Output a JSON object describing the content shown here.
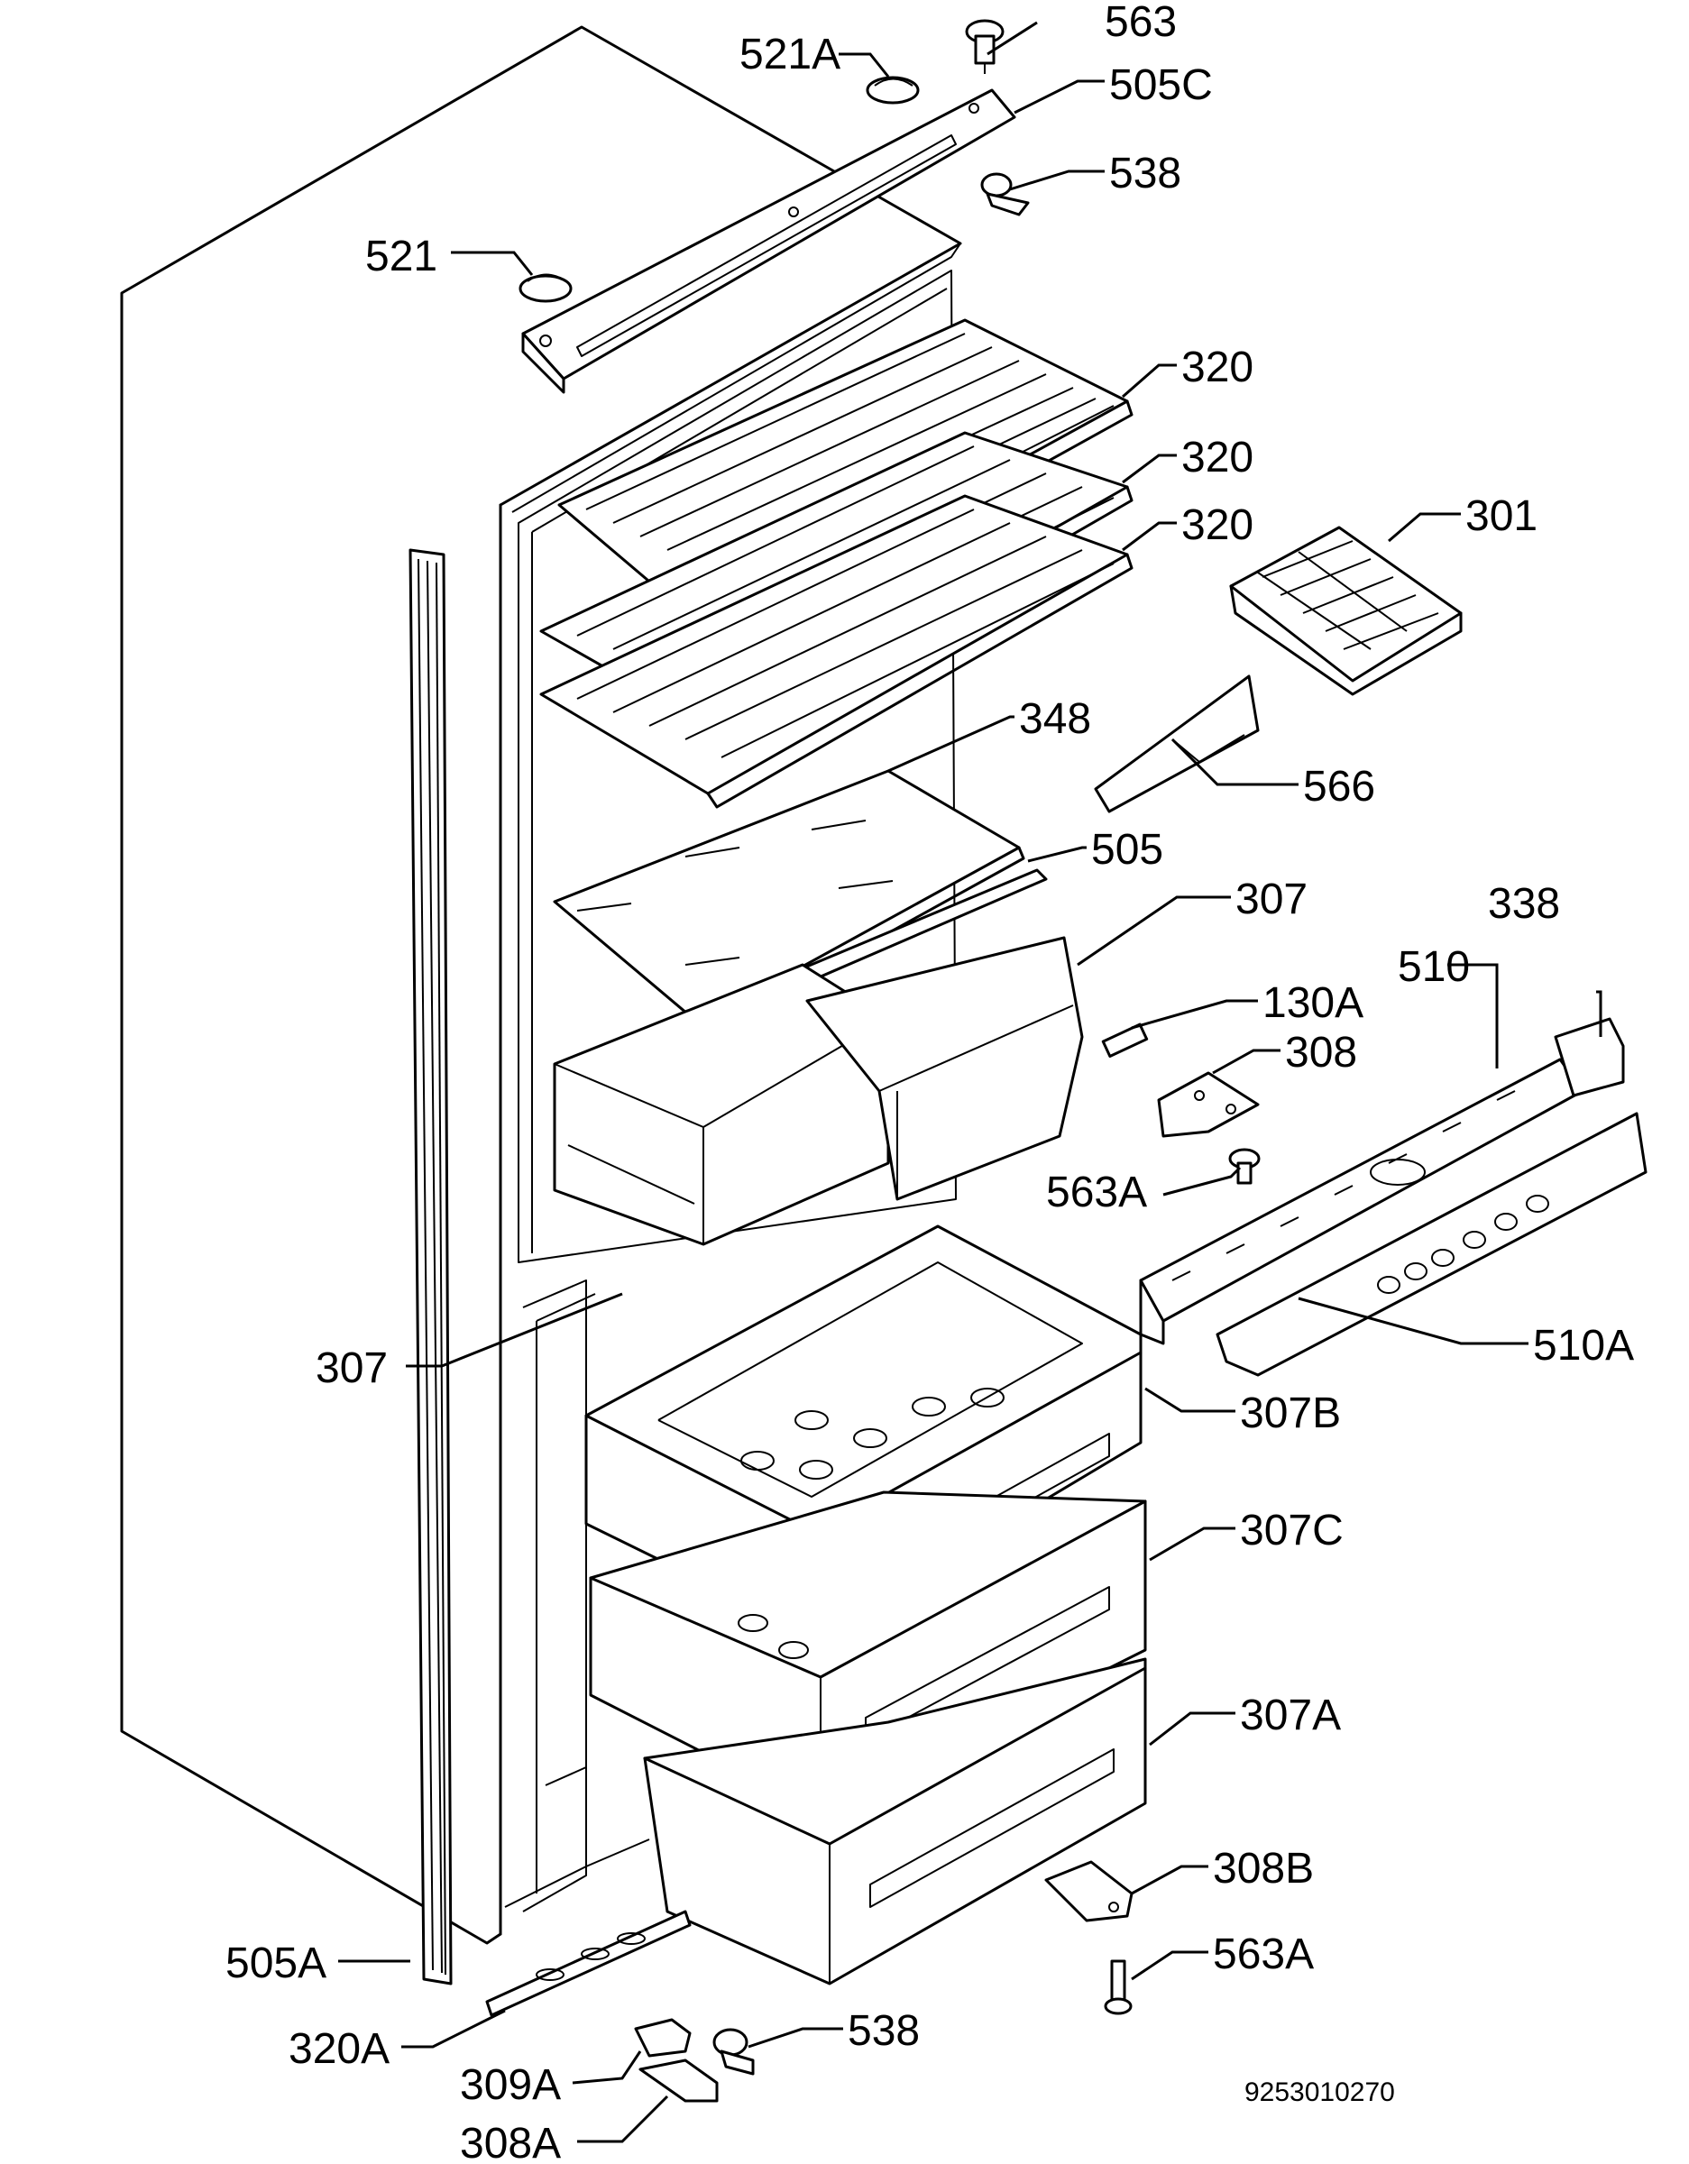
{
  "diagram_number": "9253010270",
  "callouts": [
    {
      "id": "563-top",
      "label": "563"
    },
    {
      "id": "521a",
      "label": "521A"
    },
    {
      "id": "505c",
      "label": "505C"
    },
    {
      "id": "538-top",
      "label": "538"
    },
    {
      "id": "521",
      "label": "521"
    },
    {
      "id": "320-1",
      "label": "320"
    },
    {
      "id": "320-2",
      "label": "320"
    },
    {
      "id": "320-3",
      "label": "320"
    },
    {
      "id": "301",
      "label": "301"
    },
    {
      "id": "348",
      "label": "348"
    },
    {
      "id": "566",
      "label": "566"
    },
    {
      "id": "505",
      "label": "505"
    },
    {
      "id": "307-upper",
      "label": "307"
    },
    {
      "id": "338",
      "label": "338"
    },
    {
      "id": "510",
      "label": "510"
    },
    {
      "id": "130a",
      "label": "130A"
    },
    {
      "id": "308",
      "label": "308"
    },
    {
      "id": "563a-mid",
      "label": "563A"
    },
    {
      "id": "307-left",
      "label": "307"
    },
    {
      "id": "510a",
      "label": "510A"
    },
    {
      "id": "307b",
      "label": "307B"
    },
    {
      "id": "307c",
      "label": "307C"
    },
    {
      "id": "307a",
      "label": "307A"
    },
    {
      "id": "308b",
      "label": "308B"
    },
    {
      "id": "563a-low",
      "label": "563A"
    },
    {
      "id": "505a",
      "label": "505A"
    },
    {
      "id": "320a",
      "label": "320A"
    },
    {
      "id": "538-bottom",
      "label": "538"
    },
    {
      "id": "309a",
      "label": "309A"
    },
    {
      "id": "308a",
      "label": "308A"
    }
  ]
}
